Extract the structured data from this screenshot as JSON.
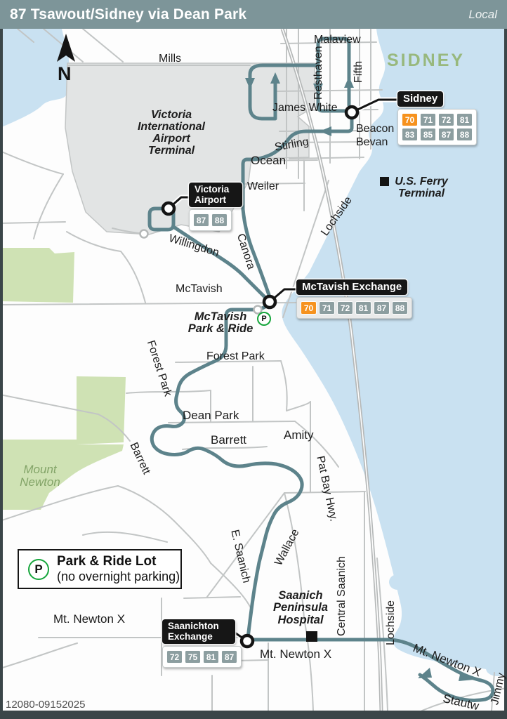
{
  "header": {
    "title": "87 Tsawout/Sidney via Dean Park",
    "service_tag": "Local"
  },
  "compass": {
    "label": "N"
  },
  "city": {
    "label": "SIDNEY"
  },
  "areas": {
    "airport_terminal": "Victoria International Airport Terminal",
    "mount_newton": "Mount Newton"
  },
  "landmarks": {
    "us_ferry": "U.S. Ferry Terminal",
    "hospital": "Saanich Peninsula Hospital",
    "mctavish_park_ride": "McTavish Park & Ride",
    "park_symbol": "P"
  },
  "legend": {
    "symbol": "P",
    "title": "Park & Ride Lot",
    "note": "(no overnight parking)"
  },
  "stops": {
    "sidney": {
      "name": "Sidney",
      "route_rows": [
        [
          "70",
          "71",
          "72",
          "81"
        ],
        [
          "83",
          "85",
          "87",
          "88"
        ]
      ],
      "highlighted": [
        "70"
      ]
    },
    "victoria_airport": {
      "name": "Victoria Airport",
      "route_rows": [
        [
          "87",
          "88"
        ]
      ],
      "highlighted": []
    },
    "mctavish_exchange": {
      "name": "McTavish Exchange",
      "route_rows": [
        [
          "70",
          "71",
          "72",
          "81",
          "87",
          "88"
        ]
      ],
      "highlighted": [
        "70"
      ]
    },
    "saanichton_exchange": {
      "name": "Saanichton Exchange",
      "route_rows": [
        [
          "72",
          "75",
          "81",
          "87"
        ]
      ],
      "highlighted": []
    }
  },
  "streets": {
    "mills": "Mills",
    "malaview": "Malaview",
    "resthaven": "Resthaven",
    "fifth": "Fifth",
    "james_white": "James White",
    "beacon": "Beacon",
    "bevan": "Bevan",
    "stirling": "Stirling",
    "ocean": "Ocean",
    "weiler": "Weiler",
    "lochside": "Lochside",
    "canora": "Canora",
    "willingdon": "Willingdon",
    "mctavish": "McTavish",
    "forest_park": "Forest Park",
    "dean_park": "Dean Park",
    "barrett": "Barrett",
    "amity": "Amity",
    "pat_bay_hwy": "Pat Bay Hwy.",
    "e_saanich": "E. Saanich",
    "wallace": "Wallace",
    "central_saanich": "Central Saanich",
    "mt_newton_x": "Mt. Newton X",
    "stautw": "Stautw",
    "jimmy": "Jimmy"
  },
  "footer": {
    "plate_code": "12080-09152025"
  },
  "colors": {
    "header_bar": "#7d9599",
    "route": "#5d838b",
    "water": "#c9e1f1",
    "parkland": "#cfe2b4",
    "airport_area": "#e2e4e4",
    "road": "#c2c5c5",
    "highway": "#b5b8b8",
    "badge_gray": "#8c9ea0",
    "badge_orange": "#f6921e",
    "callout_black": "#161616",
    "sidney_text_green": "#98b87d",
    "park_symbol_green": "#16a63c",
    "frame": "#3b4649"
  }
}
